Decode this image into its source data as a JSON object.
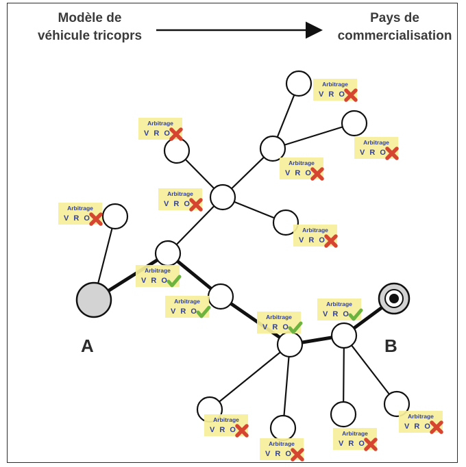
{
  "header": {
    "left_line1": "Modèle de",
    "left_line2": "véhicule tricoprs",
    "right_line1": "Pays de",
    "right_line2": "commercialisation"
  },
  "nodes": {
    "start_label": "A",
    "end_label": "B"
  },
  "badge": {
    "title": "Arbitrage",
    "code": "V R O"
  },
  "colors": {
    "badge_bg": "#f6ef9a",
    "text_blue": "#2f3f9a",
    "reject_red": "#d6452f",
    "accept_green": "#6cb33f",
    "start_node_fill": "#d3d3d3"
  },
  "badges": [
    {
      "status": "reject"
    },
    {
      "status": "reject"
    },
    {
      "status": "reject"
    },
    {
      "status": "reject"
    },
    {
      "status": "reject"
    },
    {
      "status": "reject"
    },
    {
      "status": "reject"
    },
    {
      "status": "accept"
    },
    {
      "status": "accept"
    },
    {
      "status": "accept"
    },
    {
      "status": "accept"
    },
    {
      "status": "reject"
    },
    {
      "status": "reject"
    },
    {
      "status": "reject"
    },
    {
      "status": "reject"
    }
  ]
}
